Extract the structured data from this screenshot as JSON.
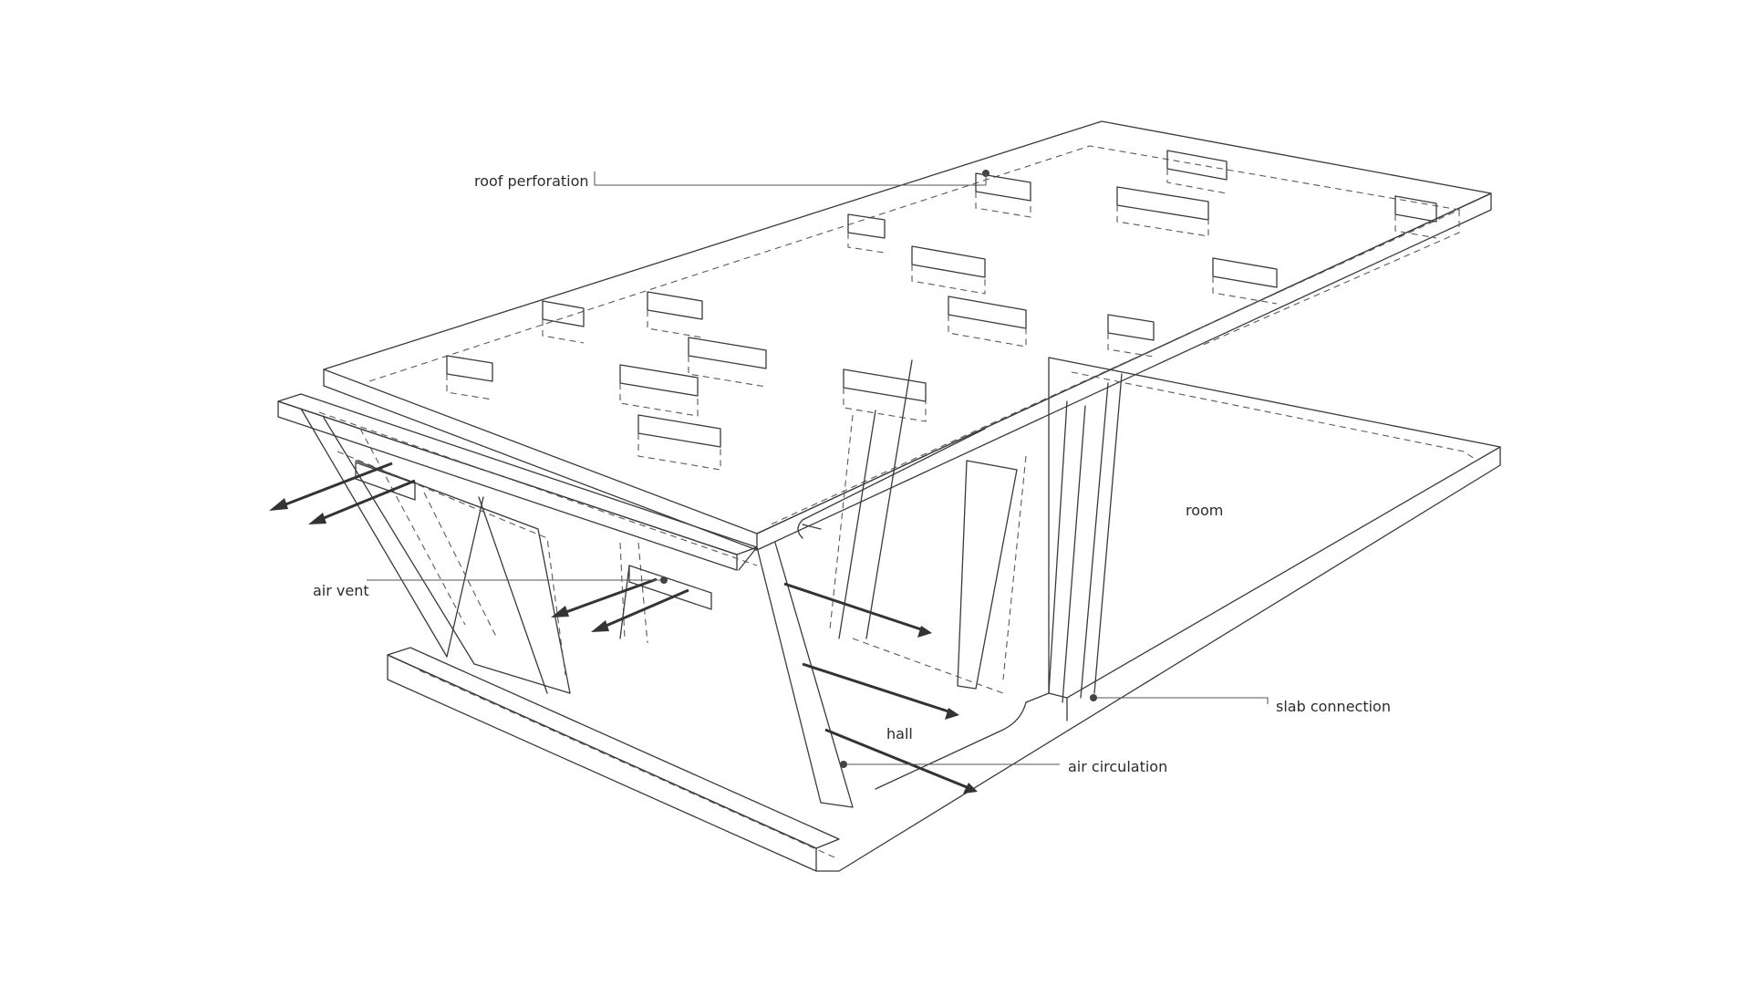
{
  "labels": {
    "roof_perforation": "roof perforation",
    "air_vent": "air vent",
    "room": "room",
    "slab_connection": "slab connection",
    "hall": "hall",
    "air_circulation": "air circulation"
  },
  "colors": {
    "line": "#3a3a3a",
    "dashed_line": "#5a5a5a",
    "arrow": "#333333",
    "background": "#ffffff"
  }
}
